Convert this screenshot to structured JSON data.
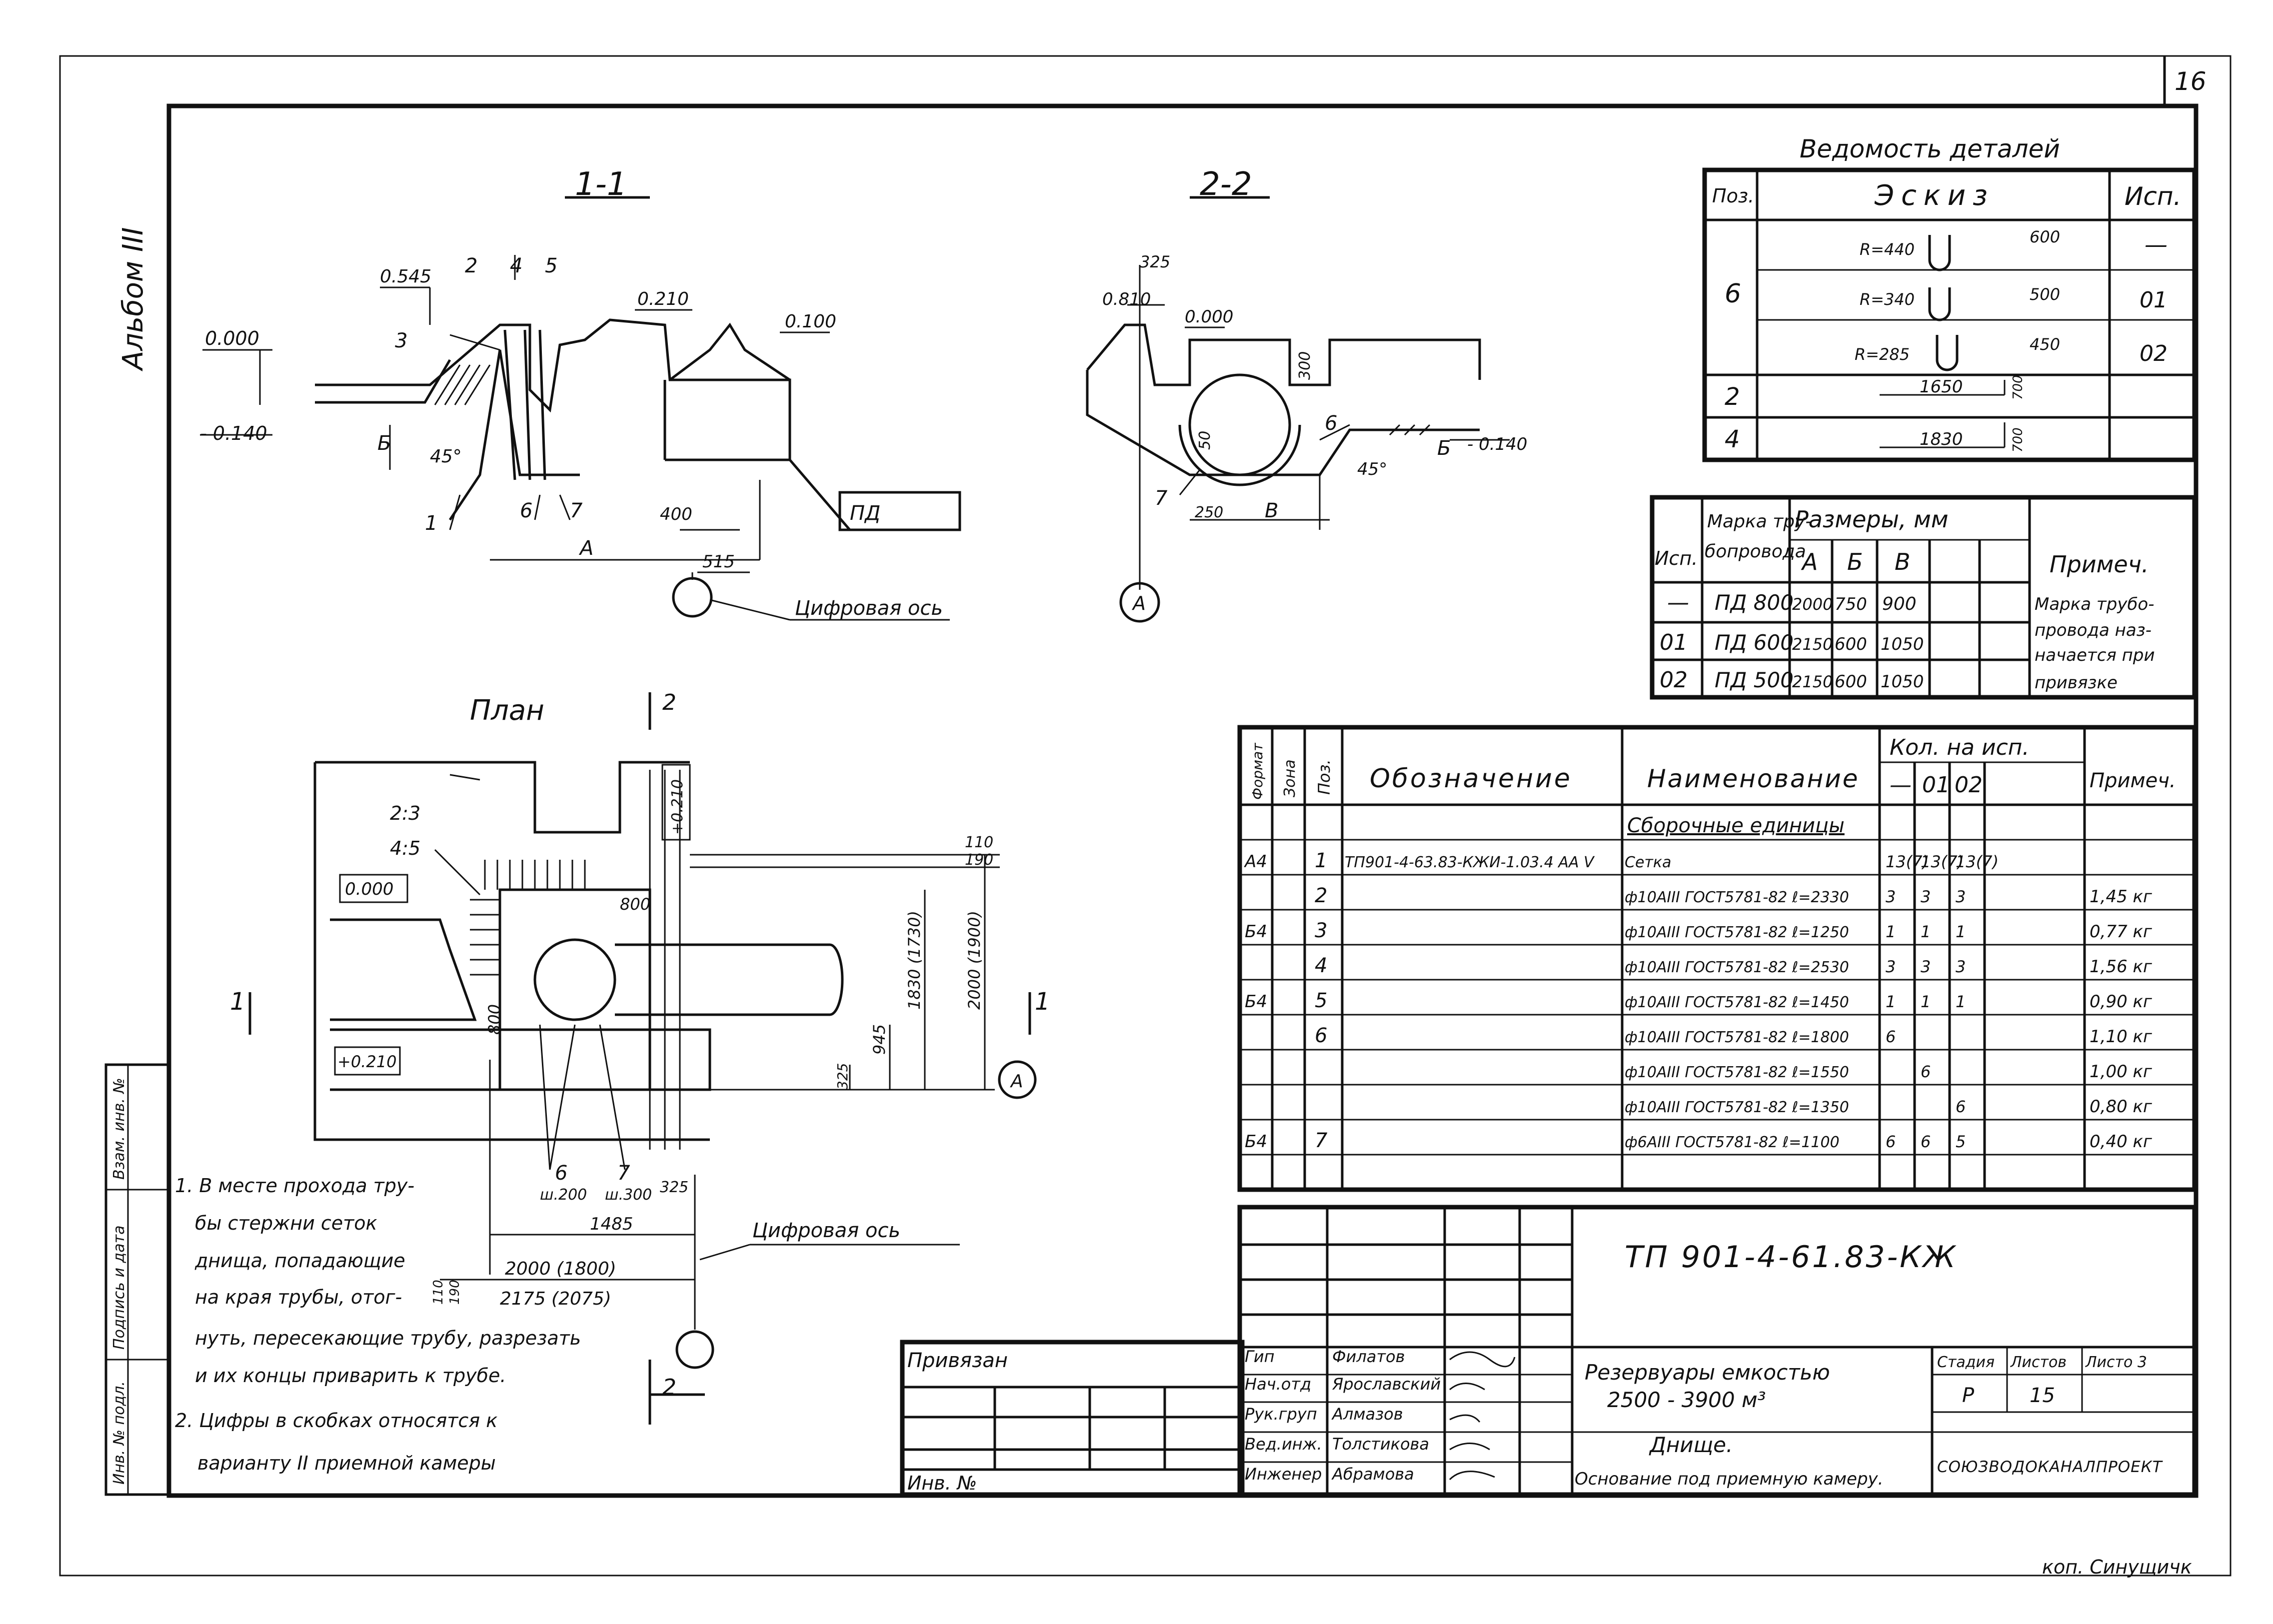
{
  "sheet": {
    "page_number": "16",
    "album_label": "Альбом III",
    "copier": "коп. Синущичк"
  },
  "section11": {
    "title": "1-1",
    "marks": {
      "m0545": "0.545",
      "m0000": "0.000",
      "m0140": "- 0.140",
      "m0210": "0.210",
      "m0100": "0.100",
      "pos2": "2",
      "pos4": "4",
      "pos5": "5",
      "pos3": "3",
      "pos1": "1",
      "pos6": "6",
      "pos7": "7",
      "angle": "45°",
      "dimB": "Б",
      "dimA": "А",
      "d400": "400",
      "d515": "515",
      "pd": "ПД",
      "axis_label": "Цифровая ось"
    }
  },
  "section22": {
    "title": "2-2",
    "marks": {
      "d325": "325",
      "m0810": "0.810",
      "m0000": "0.000",
      "d300": "300",
      "d50": "50",
      "pos6": "6",
      "pos7": "7",
      "angle": "45°",
      "dimB": "Б",
      "m0140": "- 0.140",
      "d250": "250",
      "dimV": "В",
      "axis": "А"
    }
  },
  "plan": {
    "title": "План",
    "cut2": "2",
    "cut1": "1",
    "labels": {
      "l23": "2:3",
      "l45": "4:5",
      "m0000": "0.000",
      "m0210": "+0.210",
      "m0210b": "+0.210",
      "d800a": "800",
      "d800b": "800",
      "d110": "110",
      "d190": "190",
      "d945": "945",
      "d1830": "1830 (1730)",
      "d2000v": "2000 (1900)",
      "d325a": "325",
      "axisA": "А",
      "p6": "6",
      "w6": "ш.200",
      "p7": "7",
      "w7": "ш.300",
      "d325b": "325",
      "d1485": "1485",
      "d2000": "2000 (1800)",
      "d2175": "2175 (2075)",
      "d110b": "110",
      "d190b": "190",
      "axis_label": "Цифровая ось"
    }
  },
  "notes": {
    "n1_l1": "1. В месте прохода тру-",
    "n1_l2": "бы стержни сеток",
    "n1_l3": "днища, попадающие",
    "n1_l4": "на края трубы, отог-",
    "n1_l5": "нуть, пересекающие трубу, разрезать",
    "n1_l6": "и их концы приварить к трубе.",
    "n2_l1": "2. Цифры в скобках относятся к",
    "n2_l2": "варианту II приемной камеры"
  },
  "side_stamp": {
    "c1": "Инв. № подл.",
    "c2": "Подпись и дата",
    "c3": "Взам. инв. №"
  },
  "details": {
    "title": "Ведомость деталей",
    "headers": [
      "Поз.",
      "Эскиз",
      "Исп."
    ],
    "rows": [
      {
        "pos": "6",
        "sketch": "R=440",
        "dim": "600",
        "isp": "—"
      },
      {
        "pos": "",
        "sketch": "R=340",
        "dim": "500",
        "isp": "01"
      },
      {
        "pos": "",
        "sketch": "R=285",
        "dim": "450",
        "isp": "02"
      },
      {
        "pos": "2",
        "sketch": "1650",
        "dim": "700",
        "isp": ""
      },
      {
        "pos": "4",
        "sketch": "1830",
        "dim": "700",
        "isp": ""
      }
    ]
  },
  "sizes": {
    "h_isp": "Исп.",
    "h_mark": "Марка тру-бопровода",
    "h_mark1": "Марка тру-",
    "h_mark2": "бопровода",
    "h_sizes": "Размеры, мм",
    "h_a": "А",
    "h_b": "Б",
    "h_v": "В",
    "h_note": "Примеч.",
    "rows": [
      {
        "isp": "—",
        "mark": "ПД 800",
        "a": "2000",
        "b": "750",
        "v": "900"
      },
      {
        "isp": "01",
        "mark": "ПД 600",
        "a": "2150",
        "b": "600",
        "v": "1050"
      },
      {
        "isp": "02",
        "mark": "ПД 500",
        "a": "2150",
        "b": "600",
        "v": "1050"
      }
    ],
    "note_l1": "Марка трубо-",
    "note_l2": "провода наз-",
    "note_l3": "начается при",
    "note_l4": "привязке"
  },
  "spec": {
    "h_format": "Формат",
    "h_zone": "Зона",
    "h_pos": "Поз.",
    "h_designation": "Обозначение",
    "h_name": "Наименование",
    "h_qty": "Кол. на исп.",
    "h_q0": "—",
    "h_q1": "01",
    "h_q2": "02",
    "h_note": "Примеч.",
    "group": "Сборочные единицы",
    "rows": [
      {
        "fmt": "А4",
        "pos": "1",
        "des": "ТП901-4-63.83-КЖИ-1.03.4 АА V",
        "name": "Сетка",
        "q0": "13(7)",
        "q1": "13(7)",
        "q2": "13(7)",
        "note": ""
      },
      {
        "fmt": "",
        "pos": "2",
        "des": "",
        "name": "ф10АIII ГОСТ5781-82 ℓ=2330",
        "q0": "3",
        "q1": "3",
        "q2": "3",
        "note": "1,45 кг"
      },
      {
        "fmt": "Б4",
        "pos": "3",
        "des": "",
        "name": "ф10АIII ГОСТ5781-82 ℓ=1250",
        "q0": "1",
        "q1": "1",
        "q2": "1",
        "note": "0,77 кг"
      },
      {
        "fmt": "",
        "pos": "4",
        "des": "",
        "name": "ф10АIII ГОСТ5781-82 ℓ=2530",
        "q0": "3",
        "q1": "3",
        "q2": "3",
        "note": "1,56 кг"
      },
      {
        "fmt": "Б4",
        "pos": "5",
        "des": "",
        "name": "ф10АIII ГОСТ5781-82 ℓ=1450",
        "q0": "1",
        "q1": "1",
        "q2": "1",
        "note": "0,90 кг"
      },
      {
        "fmt": "",
        "pos": "6",
        "des": "",
        "name": "ф10АIII ГОСТ5781-82 ℓ=1800",
        "q0": "6",
        "q1": "",
        "q2": "",
        "note": "1,10 кг"
      },
      {
        "fmt": "",
        "pos": "",
        "des": "",
        "name": "ф10АIII ГОСТ5781-82 ℓ=1550",
        "q0": "",
        "q1": "6",
        "q2": "",
        "note": "1,00 кг"
      },
      {
        "fmt": "",
        "pos": "",
        "des": "",
        "name": "ф10АIII ГОСТ5781-82 ℓ=1350",
        "q0": "",
        "q1": "",
        "q2": "6",
        "note": "0,80 кг"
      },
      {
        "fmt": "Б4",
        "pos": "7",
        "des": "",
        "name": "ф6АIII ГОСТ5781-82 ℓ=1100",
        "q0": "6",
        "q1": "6",
        "q2": "5",
        "note": "0,40 кг"
      }
    ]
  },
  "titleblock": {
    "code": "ТП 901-4-61.83-КЖ",
    "privyazan": "Привязан",
    "inv": "Инв. №",
    "roles": [
      {
        "role": "Гип",
        "name": "Филатов"
      },
      {
        "role": "Нач.отд",
        "name": "Ярославский"
      },
      {
        "role": "Рук.груп",
        "name": "Алмазов"
      },
      {
        "role": "Вед.инж.",
        "name": "Толстикова"
      },
      {
        "role": "Инженер",
        "name": "Абрамова"
      }
    ],
    "object_l1": "Резервуары емкостью",
    "object_l2": "2500 - 3900 м³",
    "sheet_l1": "Днище.",
    "sheet_l2": "Основание под приемную камеру.",
    "h_stage": "Стадия",
    "h_sheets": "Листов",
    "h_sheet": "Листо 3",
    "stage": "Р",
    "sheets": "15",
    "org": "СОЮЗВОДОКАНАЛПРОЕКТ"
  }
}
